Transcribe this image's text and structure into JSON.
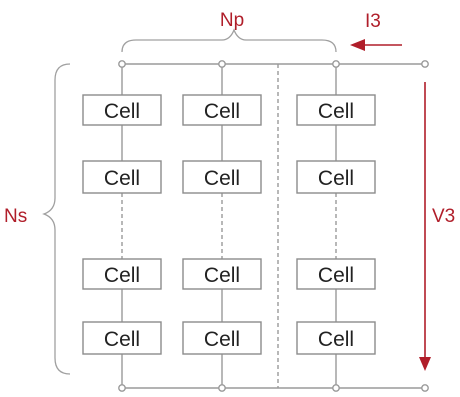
{
  "diagram": {
    "cell_label": "Cell",
    "np_label": "Np",
    "ns_label": "Ns",
    "current_label": "I3",
    "voltage_label": "V3",
    "label_color": "#b01e2a",
    "arrow_color": "#b01e2a",
    "grid": {
      "rows": 4,
      "columns": 3
    }
  }
}
